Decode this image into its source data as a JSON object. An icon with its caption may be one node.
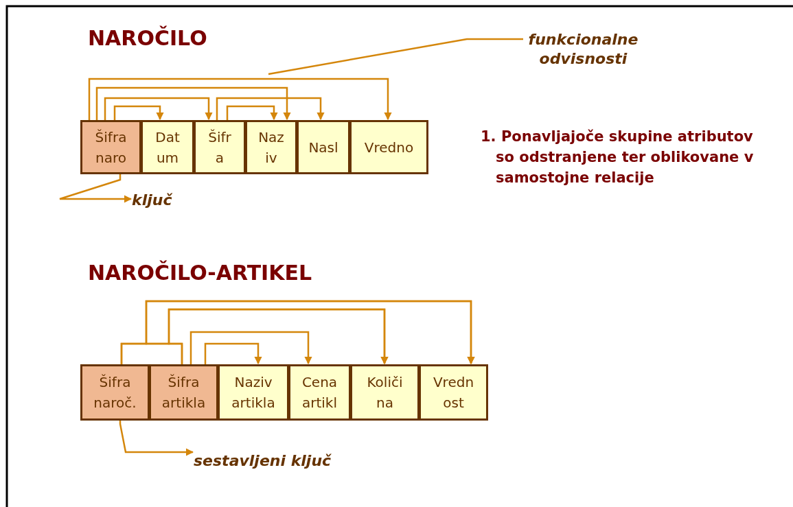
{
  "diagram": {
    "nodes": [
      {
        "text": [
          "Šifra naro"
        ]
      },
      {
        "text": [
          "Dat um"
        ]
      },
      {
        "text": [
          "Šifr a"
        ]
      },
      {
        "text": [
          "Naz iv"
        ]
      },
      {
        "text": [
          "Nasl"
        ]
      },
      {
        "text": [
          "Vredno"
        ]
      },
      {
        "text": [
          "funkcionalne odvisnosti"
        ]
      },
      {
        "text": [
          "ključ"
        ]
      },
      {
        "text": [
          "Šifra naroč."
        ]
      },
      {
        "text": [
          "Šifra artikla"
        ]
      },
      {
        "text": [
          "Naziv artikla"
        ]
      },
      {
        "text": [
          "Cena artikl"
        ]
      },
      {
        "text": [
          "Količi na"
        ]
      },
      {
        "text": [
          "Vredn ost"
        ]
      },
      {
        "text": [
          "sestavljeni ključ"
        ]
      }
    ],
    "edges": [
      {
        "from": 0,
        "to": 5,
        "arrow": "to"
      },
      {
        "from": 0,
        "to": 3,
        "arrow": "to"
      },
      {
        "from": 0,
        "to": 2,
        "arrow": "to"
      },
      {
        "from": 0,
        "to": 1,
        "arrow": "to"
      },
      {
        "from": 2,
        "to": 4,
        "arrow": "to"
      },
      {
        "from": 2,
        "to": 3,
        "arrow": "to"
      },
      {
        "from": 6,
        "to": null,
        "arrow": "none"
      },
      {
        "from": 0,
        "to": 7,
        "arrow": "to"
      },
      {
        "from": 8,
        "to": 13,
        "arrow": "to"
      },
      {
        "from": 9,
        "to": 13,
        "arrow": "to"
      },
      {
        "from": 8,
        "to": 12,
        "arrow": "to"
      },
      {
        "from": 9,
        "to": 12,
        "arrow": "to"
      },
      {
        "from": 9,
        "to": 11,
        "arrow": "to"
      },
      {
        "from": 9,
        "to": 10,
        "arrow": "to"
      },
      {
        "from": 8,
        "to": 14,
        "arrow": "to"
      }
    ],
    "labels": [
      "NAROČILO",
      "NAROČILO-ARTIKEL",
      "1. Ponavljajoče skupine atributov so odstranjene ter oblikovane v samostojne relacije"
    ]
  }
}
